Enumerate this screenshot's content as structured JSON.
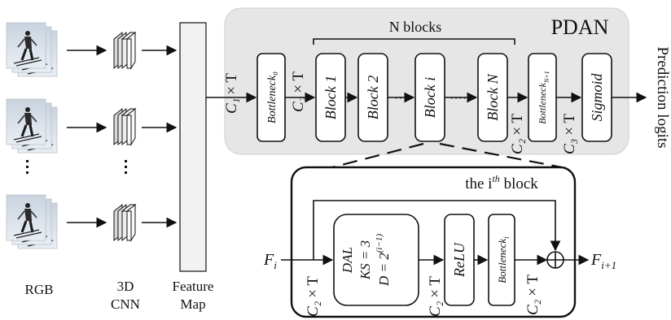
{
  "input_labels": {
    "rgb": "RGB",
    "cnn": [
      "3D",
      "CNN"
    ],
    "feature_map": [
      "Feature",
      "Map"
    ]
  },
  "pdan": {
    "title": "PDAN",
    "n_blocks": "N blocks",
    "bottleneck0": "Bottleneck₀",
    "block1": "Block 1",
    "block2": "Block 2",
    "blocki": "Block i",
    "blockN": "Block N",
    "bottleneckN1": "Bottleneck",
    "bottleneckN1_sub": "N+1",
    "sigmoid": "Sigmoid",
    "dots": "····",
    "dim_c1": [
      "C₁",
      "× T"
    ],
    "dim_c2": [
      "C₂",
      "× T"
    ],
    "dim_c3": [
      "C₃",
      "× T"
    ],
    "output": "Prediction logits"
  },
  "block": {
    "title_pre": "the i",
    "title_sup": "th",
    "title_post": " block",
    "input": "F",
    "input_sub": "i",
    "output": "F",
    "output_sub": "i+1",
    "dal": "DAL",
    "ks": "KS = 3",
    "dilation": "D = 2",
    "dilation_sup": "(i−1)",
    "relu": "ReLU",
    "bottleneck": "Bottleneck",
    "bottleneck_sub": "i",
    "dim": [
      "C₂",
      "× T"
    ]
  }
}
